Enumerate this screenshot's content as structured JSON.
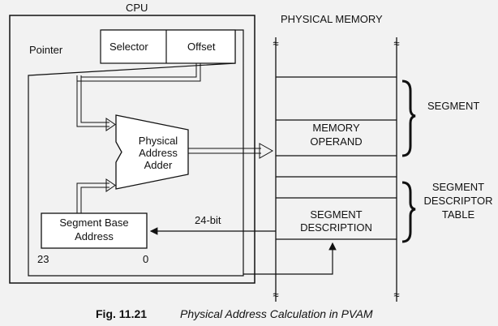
{
  "cpu": {
    "title": "CPU",
    "pointer_label": "Pointer",
    "selector_label": "Selector",
    "offset_label": "Offset",
    "adder_line1": "Physical",
    "adder_line2": "Address",
    "adder_line3": "Adder",
    "segbase_line1": "Segment Base",
    "segbase_line2": "Address",
    "bit_high": "23",
    "bit_low": "0"
  },
  "memory": {
    "title": "PHYSICAL MEMORY",
    "operand_line1": "MEMORY",
    "operand_line2": "OPERAND",
    "descr_line1": "SEGMENT",
    "descr_line2": "DESCRIPTION",
    "bus_label": "24-bit"
  },
  "braces": {
    "segment": "SEGMENT",
    "table_line1": "SEGMENT",
    "table_line2": "DESCRIPTOR",
    "table_line3": "TABLE"
  },
  "caption": {
    "figure": "Fig. 11.21",
    "text": "Physical Address Calculation in PVAM"
  },
  "colors": {
    "ink": "#111111",
    "background": "#f2f2f2",
    "box_fill": "#ffffff"
  }
}
